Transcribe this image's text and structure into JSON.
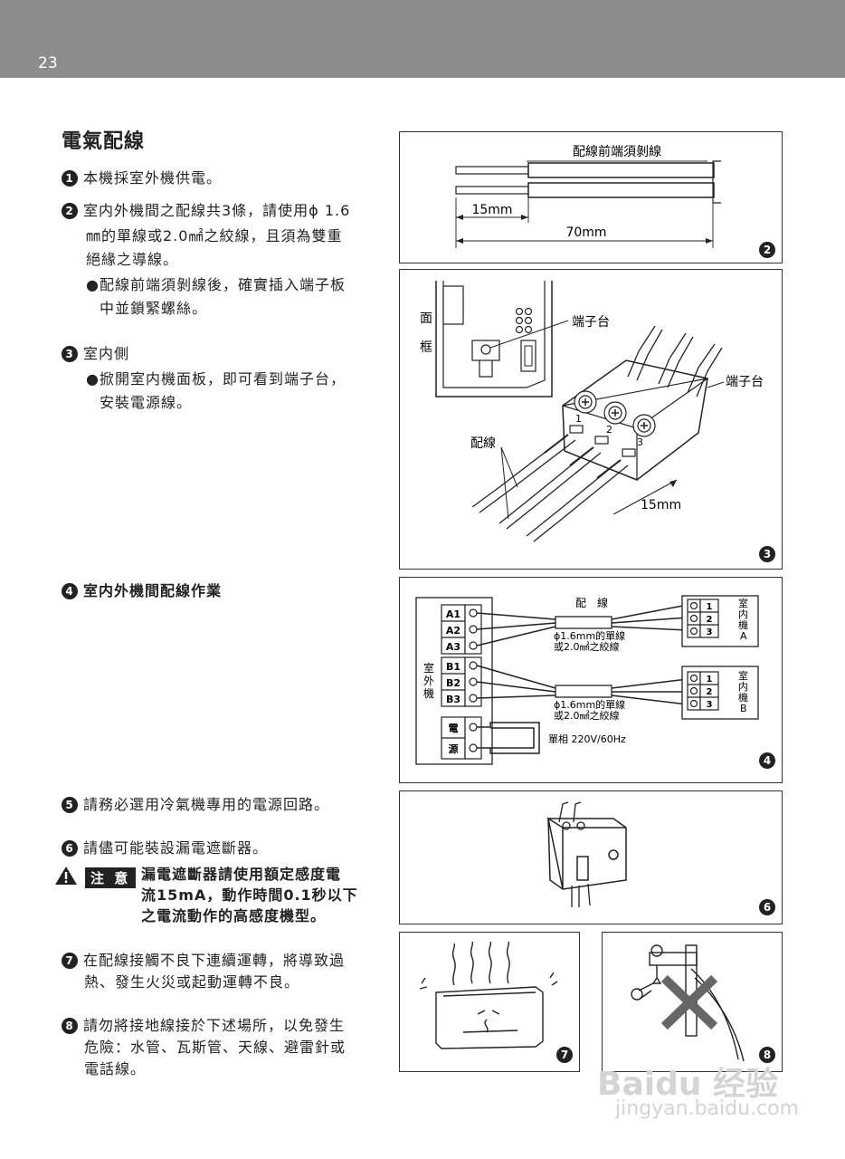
{
  "header": {
    "page_number": "23"
  },
  "title": "電氣配線",
  "items": {
    "i1": {
      "num": "1",
      "text": "本機採室外機供電。"
    },
    "i2": {
      "num": "2",
      "line1": "室内外機間之配線共3條，請使用ϕ 1.6",
      "line2": "㎜的單線或2.0㎟之絞線，且須為雙重",
      "line3": "絕緣之導線。",
      "bullet1": "●配線前端須剝線後，確實插入端子板",
      "bullet2": "中並鎖緊螺絲。"
    },
    "i3": {
      "num": "3",
      "text": "室内側",
      "bullet1": "●掀開室内機面板，即可看到端子台，",
      "bullet2": "安裝電源線。"
    },
    "i4": {
      "num": "4",
      "text": "室内外機間配線作業"
    },
    "i5": {
      "num": "5",
      "text": "請務必選用冷氣機專用的電源回路。"
    },
    "i6": {
      "num": "6",
      "text": "請儘可能裝設漏電遮斷器。"
    },
    "caution": {
      "tag": "注 意",
      "line1": "漏電遮斷器請使用額定感度電",
      "line2": "流15mA，動作時間0.1秒以下",
      "line3": "之電流動作的高感度機型。"
    },
    "i7": {
      "num": "7",
      "line1": "在配線接觸不良下連續運轉，將導致過",
      "line2": "熱、發生火災或起動運轉不良。"
    },
    "i8": {
      "num": "8",
      "line1": "請勿將接地線接於下述場所，以免發生",
      "line2": "危險：水管、瓦斯管、天線、避雷針或",
      "line3": "電話線。"
    }
  },
  "fig2": {
    "badge": "2",
    "label_top": "配線前端須剝線",
    "dim_short": "15mm",
    "dim_long": "70mm"
  },
  "fig3": {
    "badge": "3",
    "panel_label1": "面",
    "panel_label2": "框",
    "terminal_label1": "端子台",
    "terminal_label2": "端子台",
    "wire_label": "配線",
    "dim": "15mm",
    "t1": "1",
    "t2": "2",
    "t3": "3"
  },
  "fig4": {
    "badge": "4",
    "outdoor_label": [
      "室",
      "外",
      "機"
    ],
    "wiring_label": "配　線",
    "spec1_a": "ϕ1.6mm的單線",
    "spec1_b": "或2.0㎟之絞線",
    "spec2_a": "ϕ1.6mm的單線",
    "spec2_b": "或2.0㎟之絞線",
    "power_spec": "單相 220V/60Hz",
    "power1": "電",
    "power2": "源",
    "terms_a": [
      "A1",
      "A2",
      "A3"
    ],
    "terms_b": [
      "B1",
      "B2",
      "B3"
    ],
    "indoor_a": [
      "室",
      "内",
      "機",
      "A"
    ],
    "indoor_b": [
      "室",
      "内",
      "機",
      "B"
    ],
    "nums": [
      "1",
      "2",
      "3"
    ]
  },
  "fig6": {
    "badge": "6"
  },
  "fig7": {
    "badge": "7"
  },
  "fig8": {
    "badge": "8"
  },
  "watermark": {
    "line1": "Baidu 经验",
    "line2": "jingyan.baidu.com"
  }
}
